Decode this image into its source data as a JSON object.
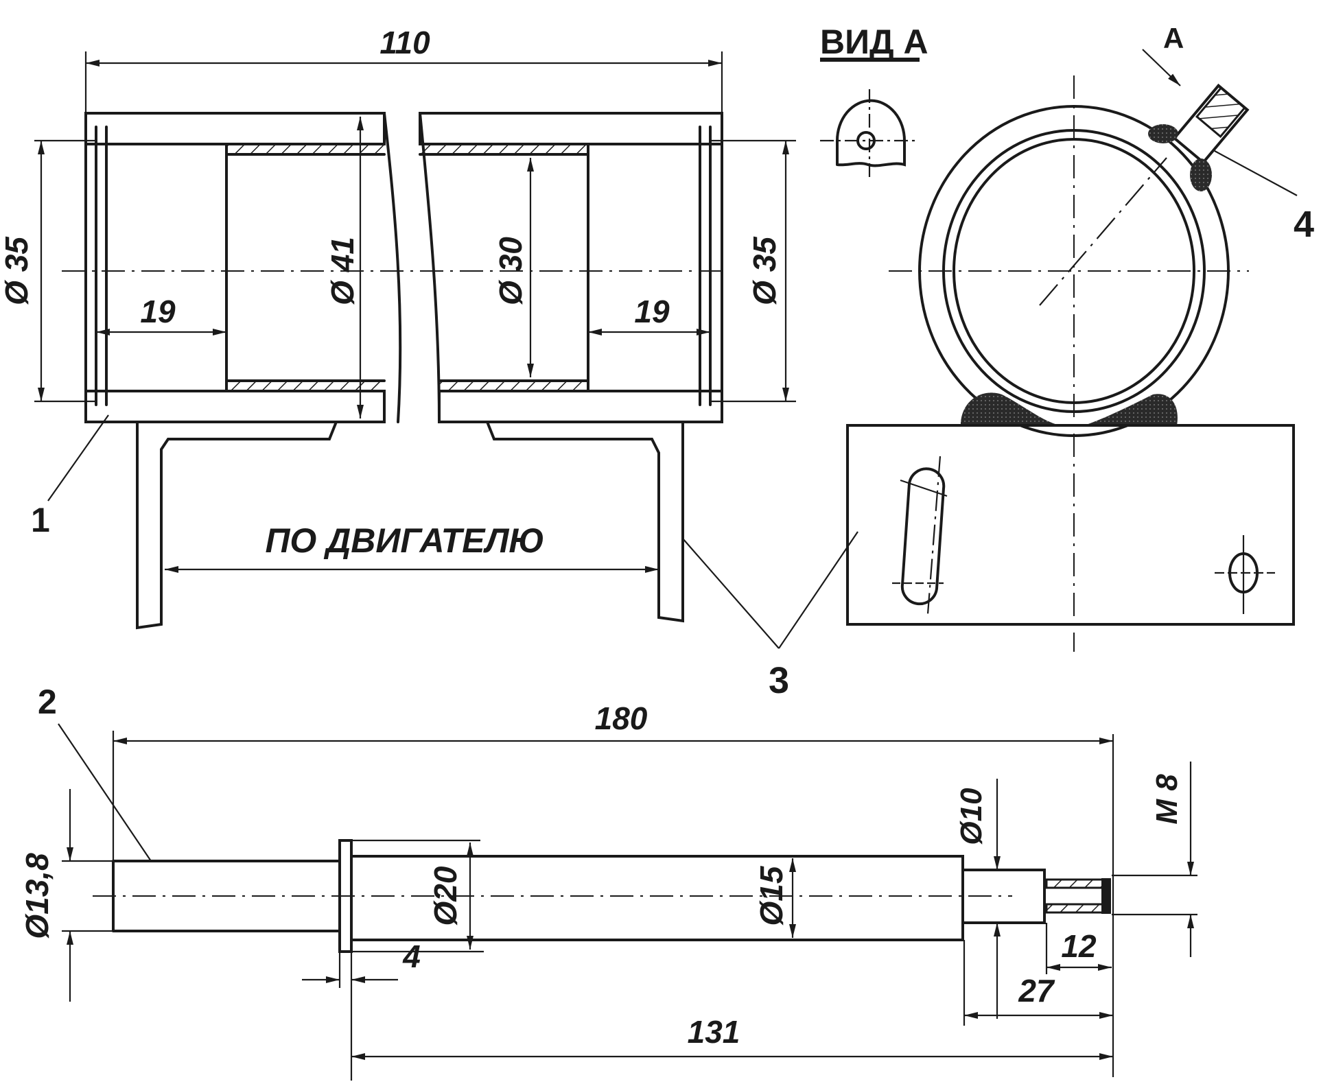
{
  "colors": {
    "ink": "#1a1a1a",
    "paper": "#ffffff"
  },
  "sleeve": {
    "overall_length": "110",
    "left_bore_dia": "Ø 35",
    "right_bore_dia": "Ø 35",
    "outer_dia": "Ø 41",
    "inner_dia": "Ø 30",
    "left_bore_depth": "19",
    "right_bore_depth": "19",
    "motor_mount_note": "ПО ДВИГАТЕЛЮ"
  },
  "view_a": {
    "title": "ВИД А",
    "arrow_label": "А"
  },
  "shaft": {
    "overall_length": "180",
    "left_dia": "Ø13,8",
    "collar_dia": "Ø20",
    "body_dia": "Ø15",
    "step_dia": "Ø10",
    "thread": "М 8",
    "collar_width": "4",
    "thread_length": "12",
    "step_length": "27",
    "length_from_collar": "131"
  },
  "callouts": [
    "1",
    "2",
    "3",
    "4"
  ]
}
